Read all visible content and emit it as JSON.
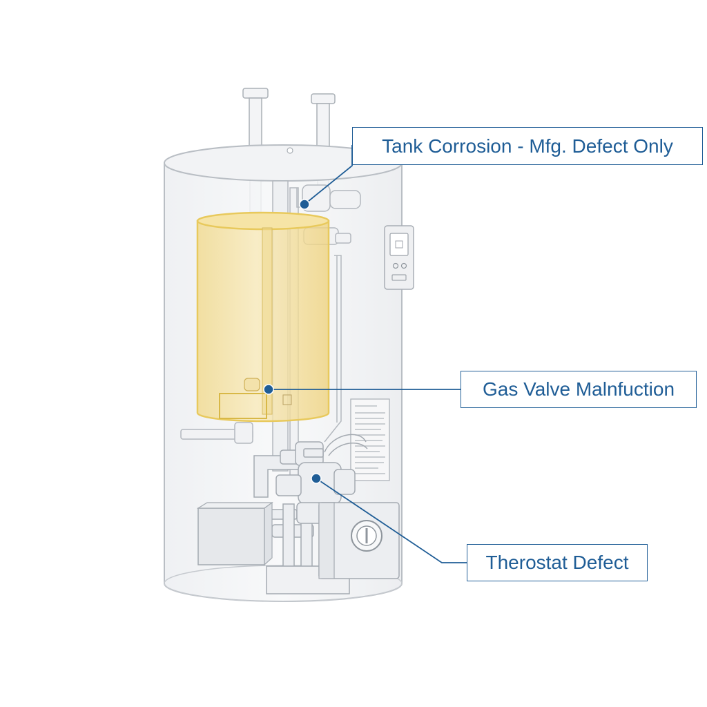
{
  "callouts": {
    "tank_corrosion": "Tank Corrosion - Mfg. Defect Only",
    "gas_valve": "Gas Valve Malnfuction",
    "thermostat": "Therostat Defect"
  },
  "colors": {
    "callout_blue": "#1f5d96",
    "inner_tank_fill": "#f3df9a",
    "inner_tank_stroke": "#e8c95c",
    "outline_gray": "#b9bec4",
    "shell_fill": "#f4f5f7"
  },
  "icons": {
    "callout_marker": "filled-dot",
    "label_plate": "text-label-plate",
    "control_display": "digital-control-panel"
  }
}
